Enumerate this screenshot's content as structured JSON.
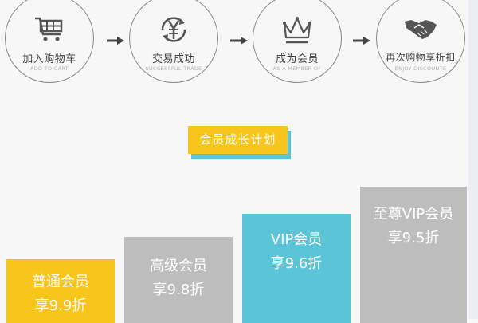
{
  "steps": [
    {
      "cn": "加入购物车",
      "en": "ADD TO CART",
      "icon": "shopping-cart-icon"
    },
    {
      "cn": "交易成功",
      "en": "SUCCESSFUL TRADE",
      "icon": "yuan-exchange-icon"
    },
    {
      "cn": "成为会员",
      "en": "AS A MEMBER OF",
      "icon": "crown-icon"
    },
    {
      "cn": "再次购物享折扣",
      "en": "ENJOY DISCOUNTS",
      "icon": "handshake-icon"
    }
  ],
  "section_title": "会员成长计划",
  "tiers": [
    {
      "name": "普通会员",
      "discount": "享9.9折",
      "color": "#f8c51c"
    },
    {
      "name": "高级会员",
      "discount": "享9.8折",
      "color": "#bdbdbd"
    },
    {
      "name": "VIP会员",
      "discount": "享9.6折",
      "color": "#5bc4d6"
    },
    {
      "name": "至尊VIP会员",
      "discount": "享9.5折",
      "color": "#bdbdbd"
    }
  ],
  "colors": {
    "accent_yellow": "#f8c51c",
    "accent_cyan": "#5bc4d6",
    "gray": "#bdbdbd"
  }
}
